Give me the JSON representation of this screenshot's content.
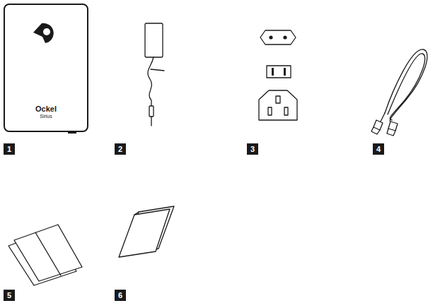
{
  "diagram": {
    "nodes": [
      {
        "text": [
          "Ockel",
          "Sirius"
        ]
      }
    ],
    "labels": [
      "1",
      "2",
      "3",
      "4",
      "5",
      "6"
    ]
  }
}
